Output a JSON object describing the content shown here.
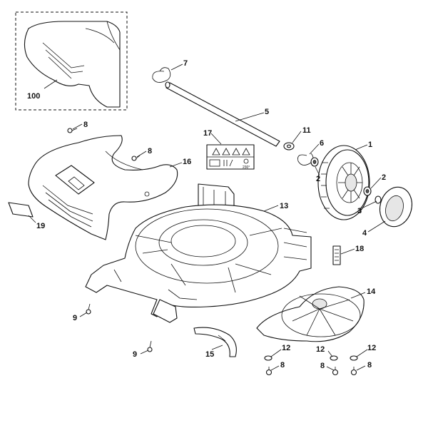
{
  "callouts": [
    {
      "id": "c100",
      "text": "100"
    },
    {
      "id": "c7",
      "text": "7"
    },
    {
      "id": "c5",
      "text": "5"
    },
    {
      "id": "c8a",
      "text": "8"
    },
    {
      "id": "c8b",
      "text": "8"
    },
    {
      "id": "c17",
      "text": "17"
    },
    {
      "id": "c11",
      "text": "11"
    },
    {
      "id": "c6",
      "text": "6"
    },
    {
      "id": "c1",
      "text": "1"
    },
    {
      "id": "c2a",
      "text": "2"
    },
    {
      "id": "c16",
      "text": "16"
    },
    {
      "id": "c2b",
      "text": "2"
    },
    {
      "id": "c3",
      "text": "3"
    },
    {
      "id": "c13",
      "text": "13"
    },
    {
      "id": "c19",
      "text": "19"
    },
    {
      "id": "c4",
      "text": "4"
    },
    {
      "id": "c18",
      "text": "18"
    },
    {
      "id": "c14",
      "text": "14"
    },
    {
      "id": "c9a",
      "text": "9"
    },
    {
      "id": "c9b",
      "text": "9"
    },
    {
      "id": "c15",
      "text": "15"
    },
    {
      "id": "c12a",
      "text": "12"
    },
    {
      "id": "c12b",
      "text": "12"
    },
    {
      "id": "c12c",
      "text": "12"
    },
    {
      "id": "c8c",
      "text": "8"
    },
    {
      "id": "c8d",
      "text": "8"
    },
    {
      "id": "c8e",
      "text": "8"
    }
  ],
  "decal": {
    "bottom_right_text": "230°"
  }
}
